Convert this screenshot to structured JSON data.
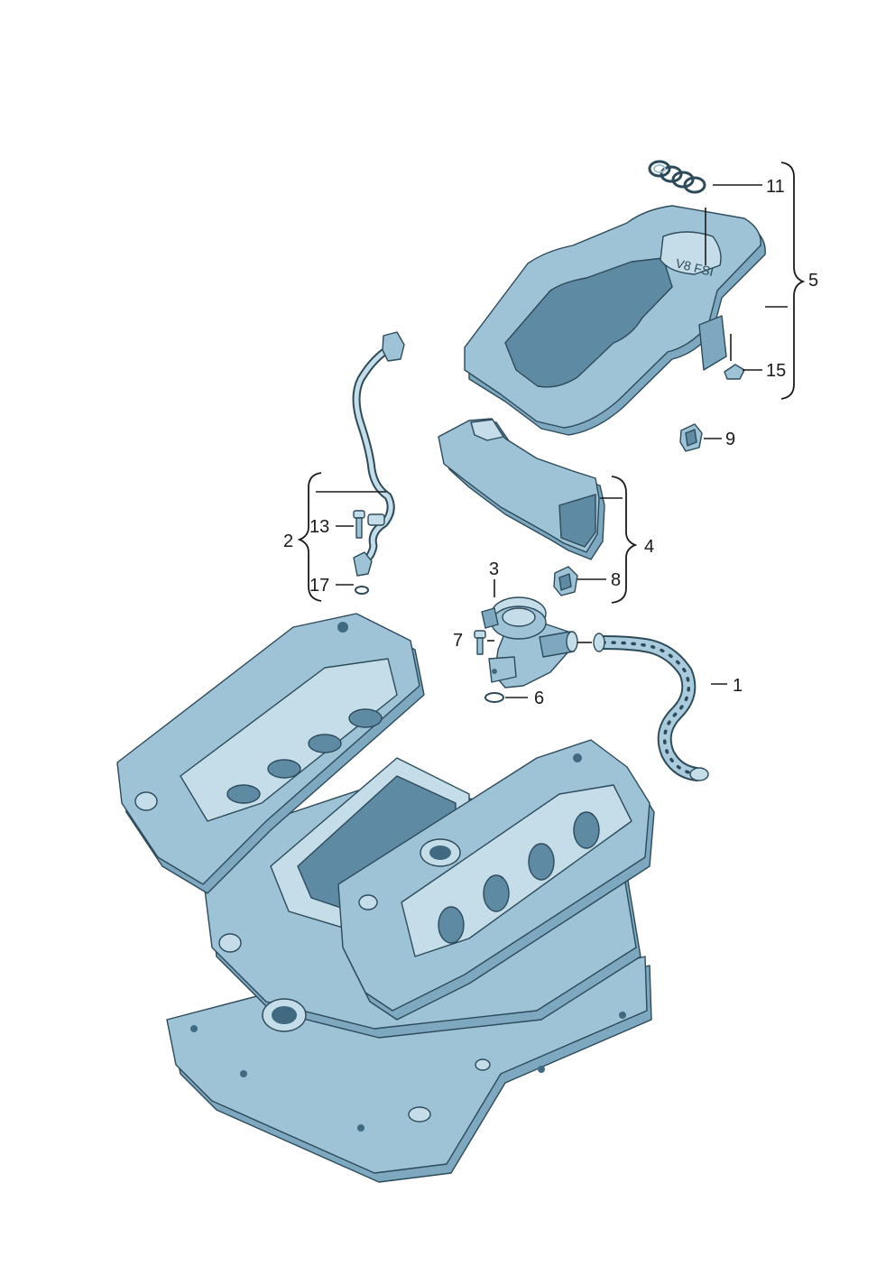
{
  "diagram": {
    "callouts": [
      {
        "id": "1",
        "text": "1"
      },
      {
        "id": "2",
        "text": "2"
      },
      {
        "id": "3",
        "text": "3"
      },
      {
        "id": "4",
        "text": "4"
      },
      {
        "id": "5",
        "text": "5"
      },
      {
        "id": "6",
        "text": "6"
      },
      {
        "id": "7",
        "text": "7"
      },
      {
        "id": "8",
        "text": "8"
      },
      {
        "id": "9",
        "text": "9"
      },
      {
        "id": "11",
        "text": "11"
      },
      {
        "id": "13",
        "text": "13"
      },
      {
        "id": "15",
        "text": "15"
      },
      {
        "id": "17",
        "text": "17"
      }
    ],
    "cover_emblem_text": "V8 FSI",
    "colors": {
      "part_fill": "#9fc3d6",
      "part_shade": "#7ea8bf",
      "part_highlight": "#c5dde9",
      "outline": "#2c4a5a",
      "leader_lines": "#1a1a1a"
    }
  }
}
